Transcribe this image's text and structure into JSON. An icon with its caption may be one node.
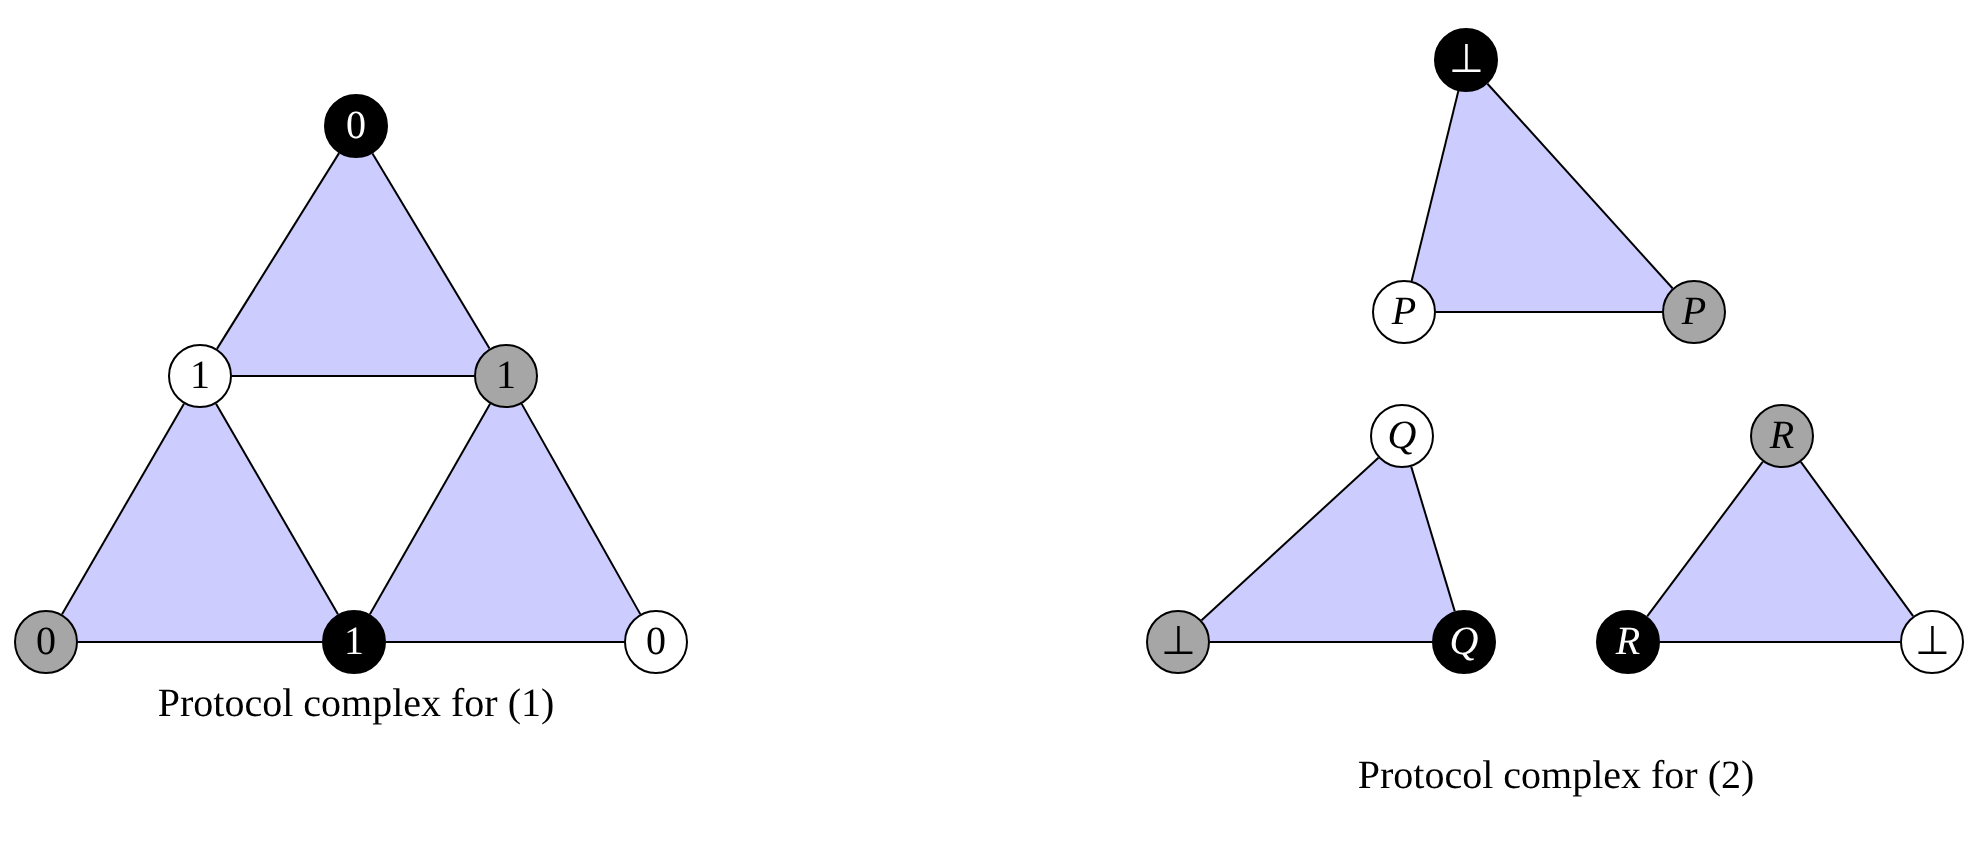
{
  "diagram": {
    "nodes": [
      {
        "text": [
          "0"
        ]
      },
      {
        "text": [
          "1"
        ]
      },
      {
        "text": [
          "1"
        ]
      },
      {
        "text": [
          "0"
        ]
      },
      {
        "text": [
          "1"
        ]
      },
      {
        "text": [
          "0"
        ]
      },
      {
        "text": [
          "⊥"
        ]
      },
      {
        "text": [
          "P"
        ]
      },
      {
        "text": [
          "P"
        ]
      },
      {
        "text": [
          "Q"
        ]
      },
      {
        "text": [
          "⊥"
        ]
      },
      {
        "text": [
          "Q"
        ]
      },
      {
        "text": [
          "R"
        ]
      },
      {
        "text": [
          "R"
        ]
      },
      {
        "text": [
          "⊥"
        ]
      }
    ],
    "edges": [
      {
        "from": 0,
        "to": 1,
        "arrow": "none"
      },
      {
        "from": 0,
        "to": 2,
        "arrow": "none"
      },
      {
        "from": 1,
        "to": 2,
        "arrow": "none"
      },
      {
        "from": 1,
        "to": 3,
        "arrow": "none"
      },
      {
        "from": 1,
        "to": 4,
        "arrow": "none"
      },
      {
        "from": 3,
        "to": 4,
        "arrow": "none"
      },
      {
        "from": 2,
        "to": 4,
        "arrow": "none"
      },
      {
        "from": 2,
        "to": 5,
        "arrow": "none"
      },
      {
        "from": 4,
        "to": 5,
        "arrow": "none"
      },
      {
        "from": 6,
        "to": 7,
        "arrow": "none"
      },
      {
        "from": 6,
        "to": 8,
        "arrow": "none"
      },
      {
        "from": 7,
        "to": 8,
        "arrow": "none"
      },
      {
        "from": 9,
        "to": 10,
        "arrow": "none"
      },
      {
        "from": 9,
        "to": 11,
        "arrow": "none"
      },
      {
        "from": 10,
        "to": 11,
        "arrow": "none"
      },
      {
        "from": 12,
        "to": 13,
        "arrow": "none"
      },
      {
        "from": 12,
        "to": 14,
        "arrow": "none"
      },
      {
        "from": 13,
        "to": 14,
        "arrow": "none"
      }
    ],
    "labels": [
      "Protocol complex for (1)",
      "Protocol complex for (2)"
    ]
  }
}
